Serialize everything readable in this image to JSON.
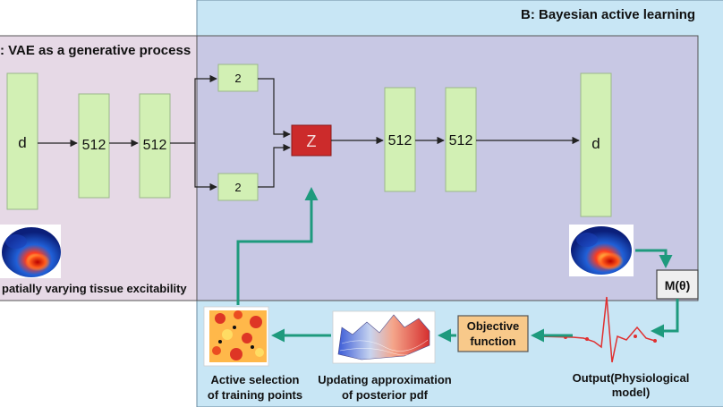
{
  "panel_b": {
    "title": "B: Bayesian active learning"
  },
  "panel_a": {
    "title": ": VAE as a generative process",
    "caption": "patially varying tissue excitability"
  },
  "encoder": {
    "input_label": "d",
    "layer1_label": "512",
    "layer2_label": "512",
    "mu_label": "2",
    "sigma_label": "2"
  },
  "latent": {
    "label": "Z"
  },
  "decoder": {
    "layer1_label": "512",
    "layer2_label": "512",
    "output_label": "d"
  },
  "model": {
    "label": "M(θ)"
  },
  "objective": {
    "line1": "Objective",
    "line2": "function"
  },
  "captions": {
    "output_line1": "Output(Physiological",
    "output_line2": "model)",
    "update_line1": "Updating approximation",
    "update_line2": "of posterior pdf",
    "select_line1": "Active selection",
    "select_line2": "of training points"
  },
  "colors": {
    "panel_b_bg": "#c8e6f5",
    "panel_a_bg": "#e6d9e6",
    "overlap_bg": "#c8c8e4",
    "layer_fill": "#d2f0b4",
    "latent_fill": "#cc2b2b",
    "objective_fill": "#f8c98a",
    "flow_arrow": "#1e9a7d",
    "ecg_line": "#e03030"
  }
}
